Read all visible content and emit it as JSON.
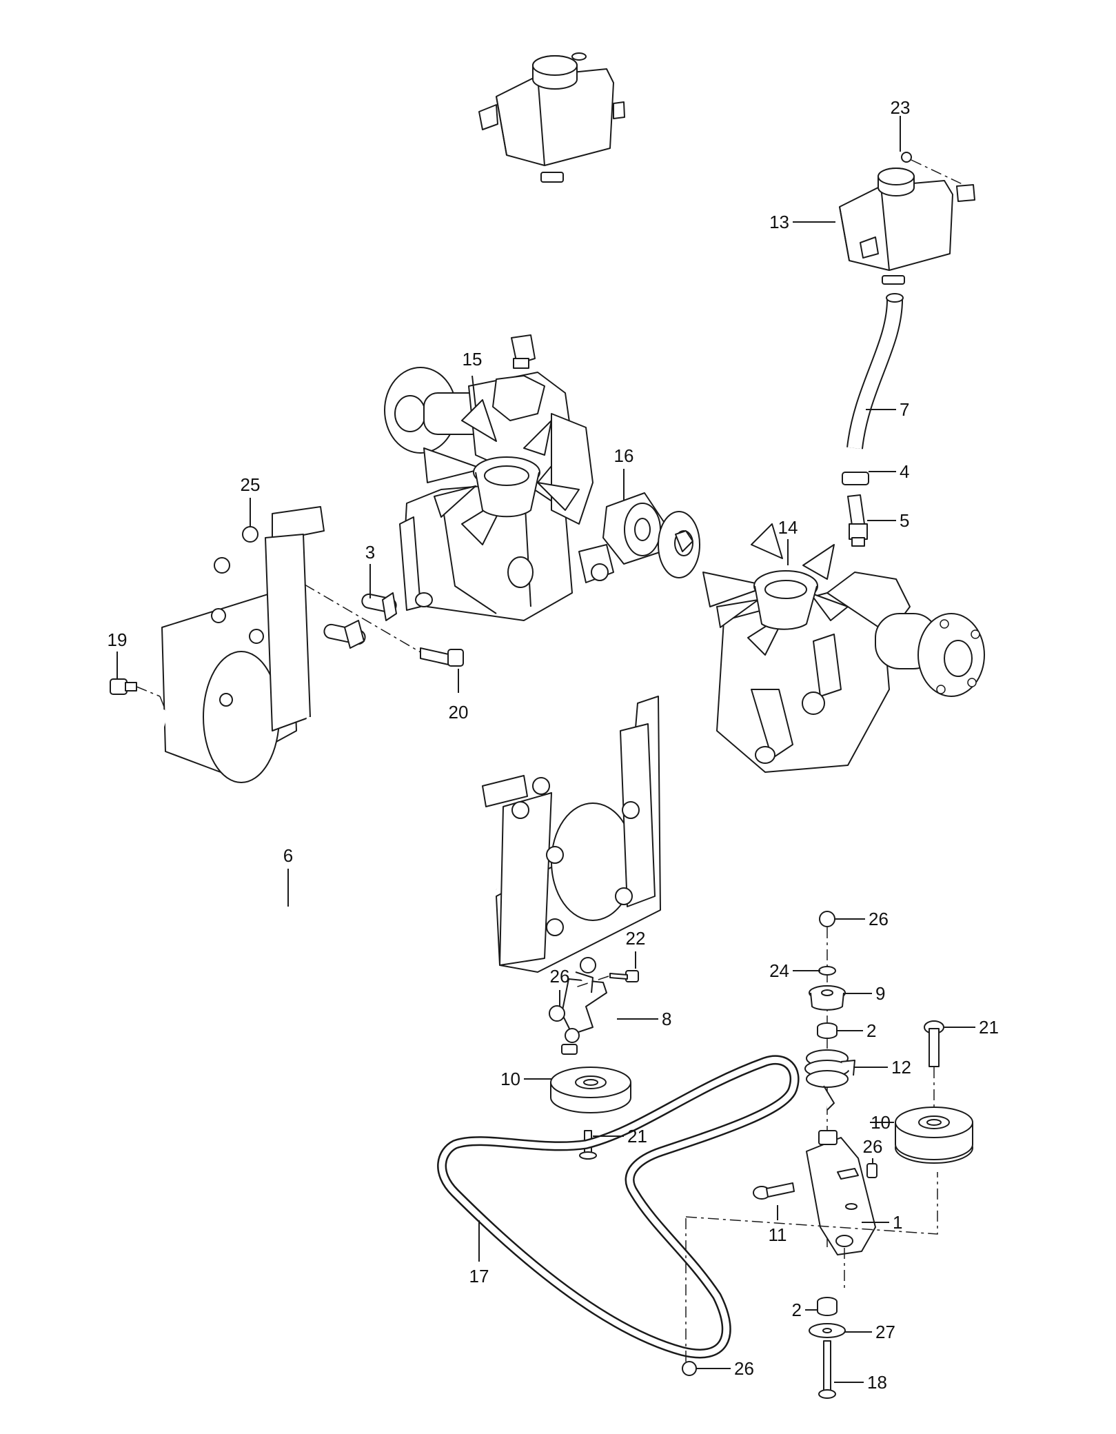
{
  "callouts": [
    {
      "id": "c1",
      "label": "1"
    },
    {
      "id": "c2a",
      "label": "2"
    },
    {
      "id": "c2b",
      "label": "2"
    },
    {
      "id": "c3",
      "label": "3"
    },
    {
      "id": "c4",
      "label": "4"
    },
    {
      "id": "c5",
      "label": "5"
    },
    {
      "id": "c6",
      "label": "6"
    },
    {
      "id": "c7",
      "label": "7"
    },
    {
      "id": "c8",
      "label": "8"
    },
    {
      "id": "c9",
      "label": "9"
    },
    {
      "id": "c10a",
      "label": "10"
    },
    {
      "id": "c10b",
      "label": "10"
    },
    {
      "id": "c11",
      "label": "11"
    },
    {
      "id": "c12",
      "label": "12"
    },
    {
      "id": "c13",
      "label": "13"
    },
    {
      "id": "c14",
      "label": "14"
    },
    {
      "id": "c15",
      "label": "15"
    },
    {
      "id": "c16",
      "label": "16"
    },
    {
      "id": "c17",
      "label": "17"
    },
    {
      "id": "c18",
      "label": "18"
    },
    {
      "id": "c19",
      "label": "19"
    },
    {
      "id": "c20",
      "label": "20"
    },
    {
      "id": "c21a",
      "label": "21"
    },
    {
      "id": "c21b",
      "label": "21"
    },
    {
      "id": "c22",
      "label": "22"
    },
    {
      "id": "c23",
      "label": "23"
    },
    {
      "id": "c24",
      "label": "24"
    },
    {
      "id": "c25",
      "label": "25"
    },
    {
      "id": "c26a",
      "label": "26"
    },
    {
      "id": "c26b",
      "label": "26"
    },
    {
      "id": "c26c",
      "label": "26"
    },
    {
      "id": "c26d",
      "label": "26"
    },
    {
      "id": "c27",
      "label": "27"
    }
  ]
}
